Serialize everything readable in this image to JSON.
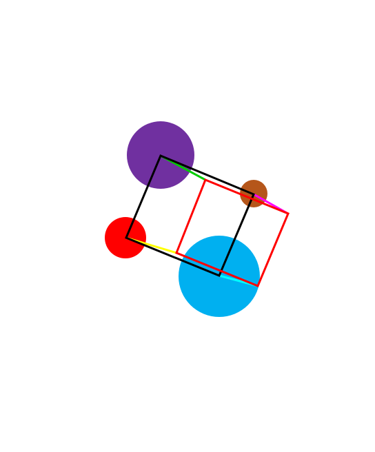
{
  "diagram": {
    "background": "#ffffff",
    "circles": [
      {
        "id": "purple",
        "color": "#7030a0"
      },
      {
        "id": "brown",
        "color": "#b5561a"
      },
      {
        "id": "red",
        "color": "#ff0000"
      },
      {
        "id": "cyan",
        "color": "#00b0f0"
      }
    ],
    "squares": [
      {
        "id": "black-square",
        "color": "#000000"
      },
      {
        "id": "red-square",
        "color": "#ff0000"
      }
    ],
    "connectors": [
      {
        "id": "green",
        "color": "#00cc00"
      },
      {
        "id": "magenta",
        "color": "#ff00ff"
      },
      {
        "id": "yellow",
        "color": "#ffff00"
      },
      {
        "id": "cyan",
        "color": "#00ffff"
      }
    ]
  }
}
